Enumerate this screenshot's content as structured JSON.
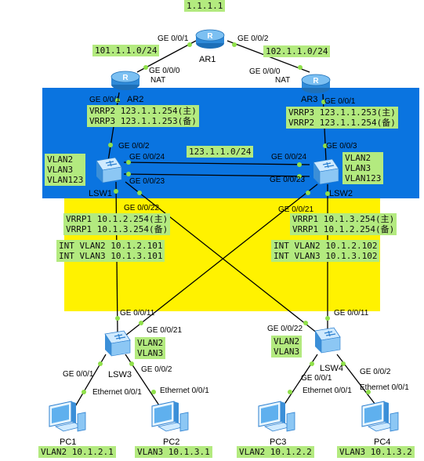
{
  "colors": {
    "blue_zone": "#0a74e0",
    "yellow_zone": "#fff200",
    "tag_bg": "#b3ea7f",
    "link": "#000000",
    "port_dot": "#8fe04a",
    "router_blue": "#2f8ad8",
    "switch_blue": "#4aa3e6"
  },
  "devices": {
    "ar1": {
      "name": "AR1",
      "icon": "router-icon"
    },
    "ar2": {
      "name": "AR2",
      "icon": "router-icon"
    },
    "ar3": {
      "name": "AR3",
      "icon": "router-icon"
    },
    "lsw1": {
      "name": "LSW1",
      "icon": "switch-icon"
    },
    "lsw2": {
      "name": "LSW2",
      "icon": "switch-icon"
    },
    "lsw3": {
      "name": "LSW3",
      "icon": "switch-icon"
    },
    "lsw4": {
      "name": "LSW4",
      "icon": "switch-icon"
    },
    "pc1": {
      "name": "PC1",
      "icon": "pc-icon"
    },
    "pc2": {
      "name": "PC2",
      "icon": "pc-icon"
    },
    "pc3": {
      "name": "PC3",
      "icon": "pc-icon"
    },
    "pc4": {
      "name": "PC4",
      "icon": "pc-icon"
    }
  },
  "tags": {
    "ar1_loopback": "1.1.1.1",
    "net_ar1_ar2": "101.1.1.0/24",
    "net_ar1_ar3": "102.1.1.0/24",
    "ar2_vrrp": "VRRP2 123.1.1.254(主)\nVRRP3 123.1.1.253(备)",
    "ar3_vrrp": "VRRP3 123.1.1.253(主)\nVRRP2 123.1.1.254(备)",
    "net_core": "123.1.1.0/24",
    "lsw1_vlans": "VLAN2\nVLAN3\nVLAN123",
    "lsw2_vlans": "VLAN2\nVLAN3\nVLAN123",
    "lsw1_vrrp": "VRRP1 10.1.2.254(主)\nVRRP1 10.1.3.254(备)",
    "lsw2_vrrp": "VRRP1 10.1.3.254(主)\nVRRP1 10.1.2.254(备)",
    "lsw1_int": "INT VLAN2 10.1.2.101\nINT VLAN3 10.1.3.101",
    "lsw2_int": "INT VLAN2 10.1.2.102\nINT VLAN3 10.1.3.102",
    "lsw3_vlans": "VLAN2\nVLAN3",
    "lsw4_vlans": "VLAN2\nVLAN3",
    "pc1_addr": "VLAN2 10.1.2.1",
    "pc2_addr": "VLAN3 10.1.3.1",
    "pc3_addr": "VLAN2 10.1.2.2",
    "pc4_addr": "VLAN3 10.1.3.2"
  },
  "ports": {
    "ar1_left": "GE 0/0/1",
    "ar1_right": "GE 0/0/2",
    "ar2_up": "GE 0/0/0",
    "ar2_nat": "NAT",
    "ar3_up": "GE 0/0/0",
    "ar3_nat": "NAT",
    "ar2_down": "GE 0/0/1",
    "ar3_down": "GE 0/0/1",
    "lsw1_up": "GE 0/0/2",
    "lsw2_up": "GE 0/0/3",
    "lsw1_g24": "GE 0/0/24",
    "lsw1_g23": "GE 0/0/23",
    "lsw2_g24": "GE 0/0/24",
    "lsw2_g23": "GE 0/0/23",
    "lsw1_g22": "GE 0/0/22",
    "lsw2_g21": "GE 0/0/21",
    "lsw3_g11": "GE 0/0/11",
    "lsw3_g21": "GE 0/0/21",
    "lsw4_g22": "GE 0/0/22",
    "lsw4_g11": "GE 0/0/11",
    "lsw3_g1": "GE 0/0/1",
    "lsw3_g2": "GE 0/0/2",
    "lsw4_g1": "GE 0/0/1",
    "lsw4_g2": "GE 0/0/2",
    "pc1_eth": "Ethernet 0/0/1",
    "pc2_eth": "Ethernet 0/0/1",
    "pc3_eth": "Ethernet 0/0/1",
    "pc4_eth": "Ethernet 0/0/1"
  }
}
